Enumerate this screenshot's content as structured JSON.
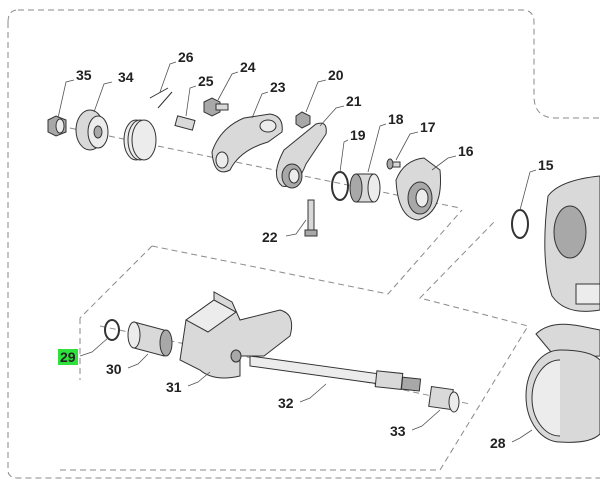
{
  "diagram": {
    "highlight_color": "#2ee23b",
    "highlighted_callout": "29",
    "callouts": {
      "c15": "15",
      "c16": "16",
      "c17": "17",
      "c18": "18",
      "c19": "19",
      "c20": "20",
      "c21": "21",
      "c22": "22",
      "c23": "23",
      "c24": "24",
      "c25": "25",
      "c26": "26",
      "c28": "28",
      "c29": "29",
      "c30": "30",
      "c31": "31",
      "c32": "32",
      "c33": "33",
      "c34": "34",
      "c35": "35"
    }
  }
}
